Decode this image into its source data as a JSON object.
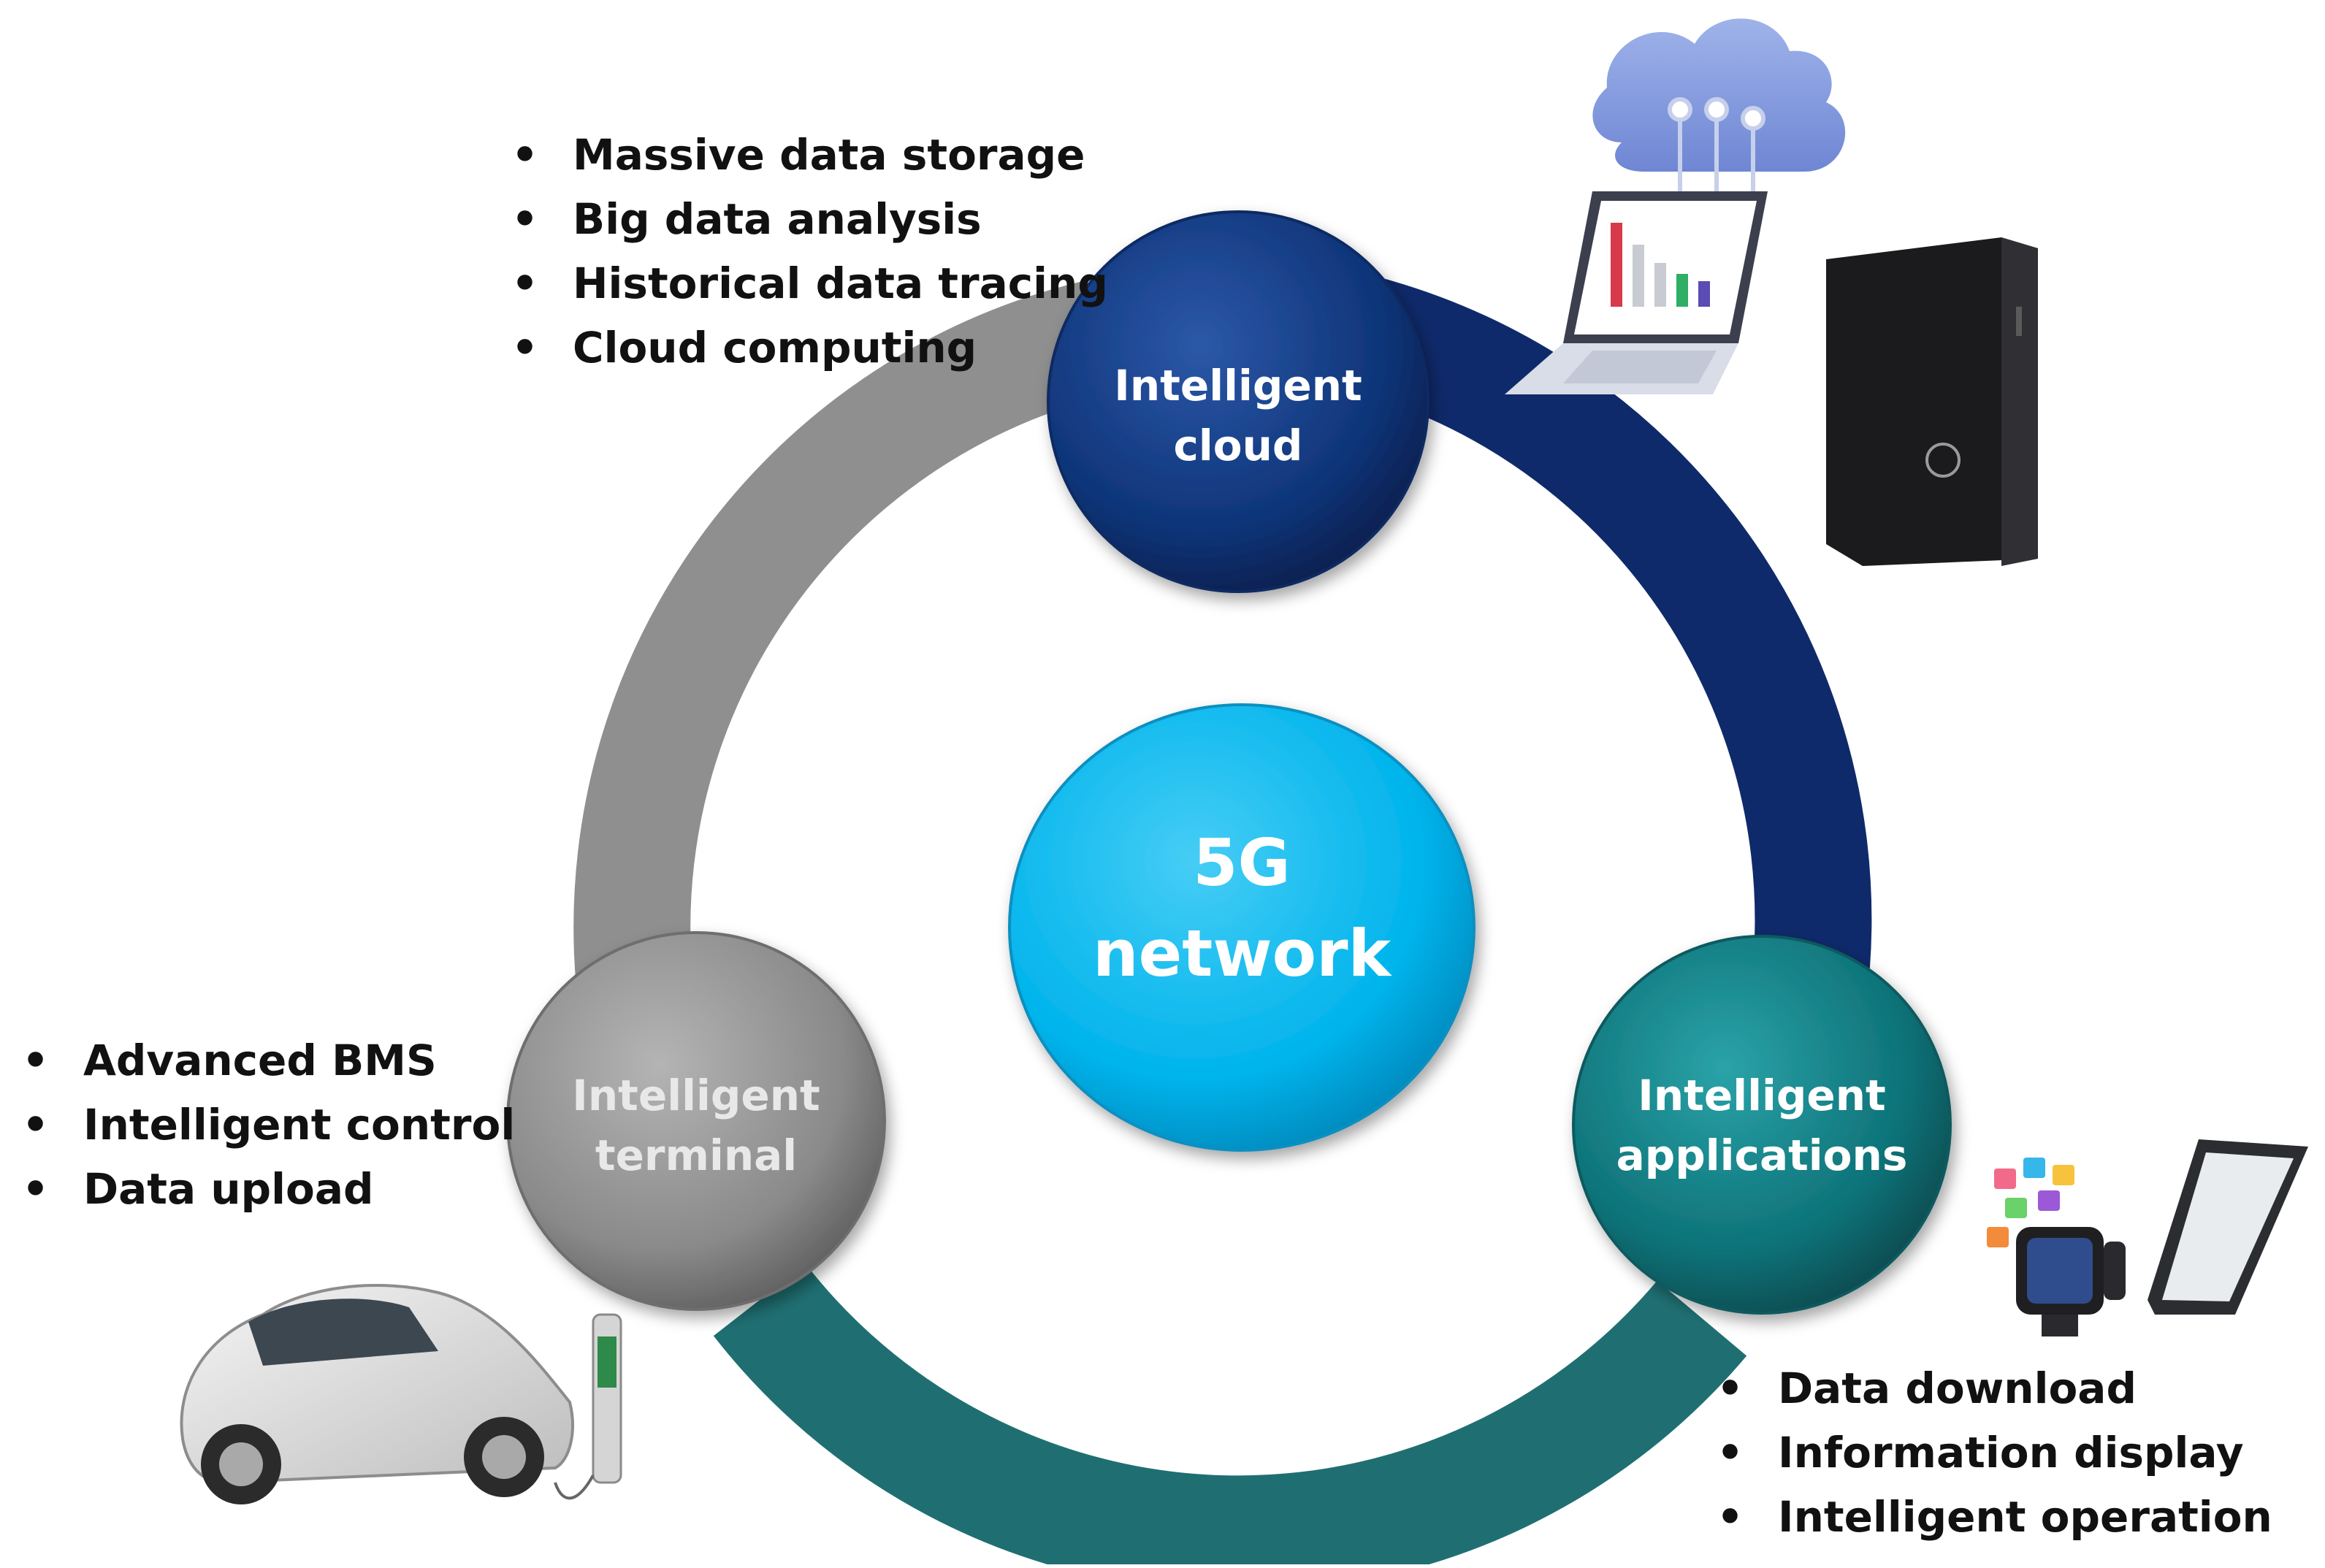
{
  "center": {
    "line1": "5G",
    "line2": "network"
  },
  "nodes": {
    "cloud": {
      "line1": "Intelligent",
      "line2": "cloud"
    },
    "terminal": {
      "line1": "Intelligent",
      "line2": "terminal"
    },
    "applications": {
      "line1": "Intelligent",
      "line2": "applications"
    }
  },
  "features": {
    "cloud": [
      "Massive data storage",
      "Big data analysis",
      "Historical data tracing",
      "Cloud computing"
    ],
    "terminal": [
      "Advanced BMS",
      "Intelligent control",
      "Data upload"
    ],
    "applications": [
      "Data download",
      "Information display",
      "Intelligent operation"
    ]
  },
  "icons": {
    "cloud_devices": [
      "cloud-icon",
      "laptop-icon",
      "desktop-tower-icon"
    ],
    "terminal_devices": [
      "electric-car-icon",
      "charging-station-icon"
    ],
    "application_devices": [
      "smartwatch-icon",
      "smartphone-icon"
    ]
  },
  "colors": {
    "ring_gray": "#8f8f8f",
    "ring_navy": "#0f2a6b",
    "ring_teal": "#1f6f72",
    "cloud_node": "#0e3478",
    "terminal_node": "#8c8c8c",
    "app_node": "#0d7278",
    "center": "#00b4ec"
  }
}
